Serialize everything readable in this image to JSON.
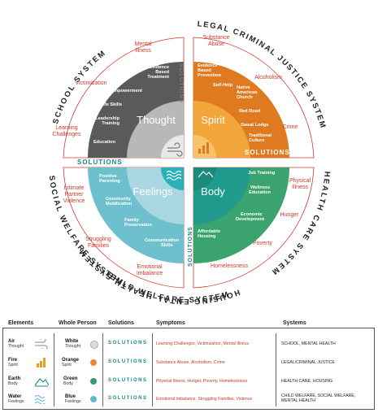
{
  "systems_ring": {
    "school": "SCHOOL SYSTEM",
    "legal": "LEGAL CRIMINAL JUSTICE SYSTEM",
    "health": "HEALTH CARE SYSTEM",
    "housing": "HOUSING",
    "child_welfare": "CHILD WELFARE SYSTEM",
    "social_welfare": "SOCIAL WELFARE SYSTEM",
    "mental_health": "MENTAL HEALTH SYSTEM"
  },
  "symptoms": {
    "thought": [
      "Mental Illness",
      "Victimization",
      "Learning Challenges"
    ],
    "spirit": [
      "Substance Abuse",
      "Alcoholism",
      "Crime"
    ],
    "body": [
      "Physical Illness",
      "Hunger",
      "Poverty",
      "Homelessness"
    ],
    "feelings": [
      "Intimate Partner Violence",
      "Struggling Families",
      "Emotional Imbalance"
    ]
  },
  "solutions_label": "SOLUTIONS",
  "solutions": {
    "thought": [
      "Evidence Based Treatment",
      "Empowerment",
      "Life Skills",
      "Leadership Training",
      "Education"
    ],
    "spirit": [
      "Evidence Based Prevention",
      "Self-Help",
      "Native American Church",
      "Red Road",
      "Sweat Lodge",
      "Traditional Culture"
    ],
    "body": [
      "Job Training",
      "Wellness Education",
      "Economic Development",
      "Affordable Housing"
    ],
    "feelings": [
      "Positive Parenting",
      "Community Mobilization",
      "Family Preservation",
      "Communication Skills"
    ]
  },
  "quadrants": {
    "thought": "Thought",
    "spirit": "Spirit",
    "feelings": "Feelings",
    "body": "Body"
  },
  "colors": {
    "symptom_red": "#d0392b",
    "thought_outer": "#5a5a5a",
    "thought_inner": "#b8b8b8",
    "spirit_outer": "#e07a20",
    "spirit_inner": "#f2a53a",
    "body_outer": "#3aa36e",
    "body_inner": "#1f9a8c",
    "feelings_outer": "#6fc0cf",
    "feelings_inner": "#a9d6e0",
    "solutions_teal": "#1a8a8a"
  },
  "legend": {
    "headers": [
      "Elements",
      "Whole Person",
      "Solutions",
      "Symptoms",
      "Systems"
    ],
    "rows": [
      {
        "element": "Air",
        "element_sub": "Thought",
        "person": "White",
        "person_sub": "Thought",
        "solutions": "SOLUTIONS",
        "symptoms": "Learning Challenges, Victimization, Mental Illness",
        "systems": "SCHOOL, MENTAL HEALTH",
        "icon": "wind-icon",
        "dot": "#dddddd"
      },
      {
        "element": "Fire",
        "element_sub": "Spirit",
        "person": "Orange",
        "person_sub": "Spirit",
        "solutions": "SOLUTIONS",
        "symptoms": "Substance Abuse, Alcoholism, Crime",
        "systems": "LEGAL/CRIMINAL JUSTICE",
        "icon": "fire-icon",
        "dot": "#e8892b"
      },
      {
        "element": "Earth",
        "element_sub": "Body",
        "person": "Green",
        "person_sub": "Body",
        "solutions": "SOLUTIONS",
        "symptoms": "Physical Illness, Hunger, Poverty, Homelessness",
        "systems": "HEALTH CARE, HOUSING",
        "icon": "mountain-icon",
        "dot": "#2e9d67"
      },
      {
        "element": "Water",
        "element_sub": "Feelings",
        "person": "Blue",
        "person_sub": "Feelings",
        "solutions": "SOLUTIONS",
        "symptoms": "Emotional Imbalance, Struggling Families, Violence",
        "systems": "CHILD WELFARE, SOCIAL WELFARE, MENTAL HEALTH",
        "icon": "water-icon",
        "dot": "#5fb8d0"
      }
    ]
  }
}
